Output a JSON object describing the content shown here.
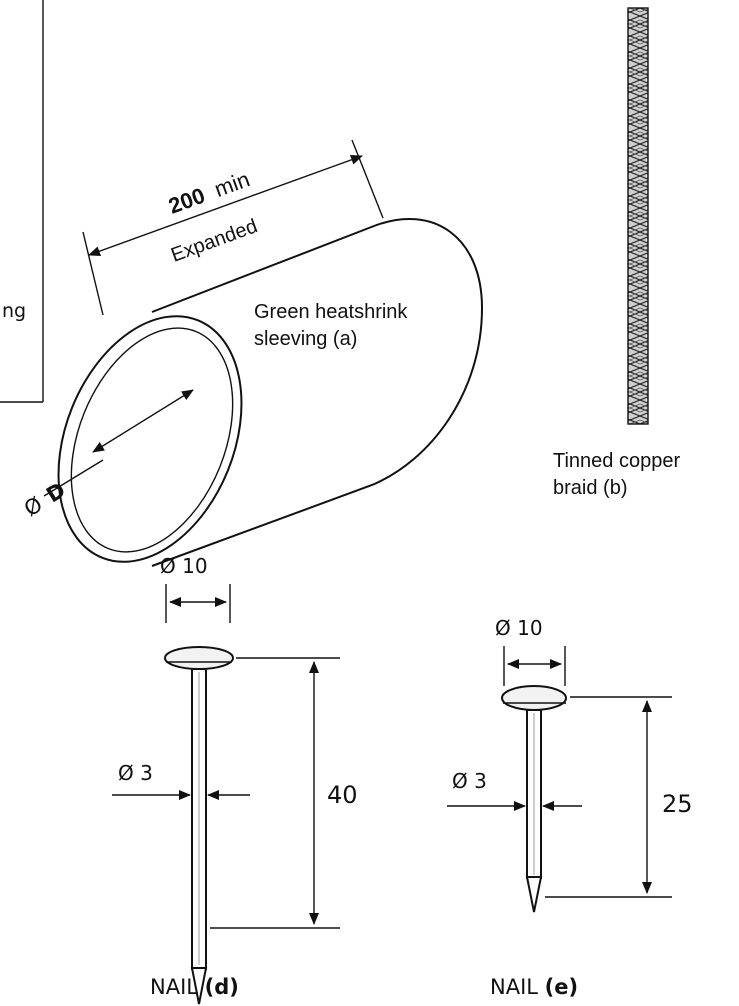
{
  "partial_text": "ng",
  "sleeve": {
    "length_value": "200",
    "length_unit": "min",
    "length_note": "Expanded",
    "label_line1": "Green heatshrink",
    "label_line2": "sleeving (a)",
    "diameter_symbol": "Ø",
    "diameter_letter": "D"
  },
  "braid": {
    "label_line1": "Tinned copper",
    "label_line2": "braid (b)"
  },
  "nail_d": {
    "head_diameter": "Ø 10",
    "shank_diameter": "Ø 3",
    "length": "40",
    "label_prefix": "NAIL",
    "label_letter": "(d)"
  },
  "nail_e": {
    "head_diameter": "Ø 10",
    "shank_diameter": "Ø 3",
    "length": "25",
    "label_prefix": "NAIL",
    "label_letter": "(e)"
  }
}
